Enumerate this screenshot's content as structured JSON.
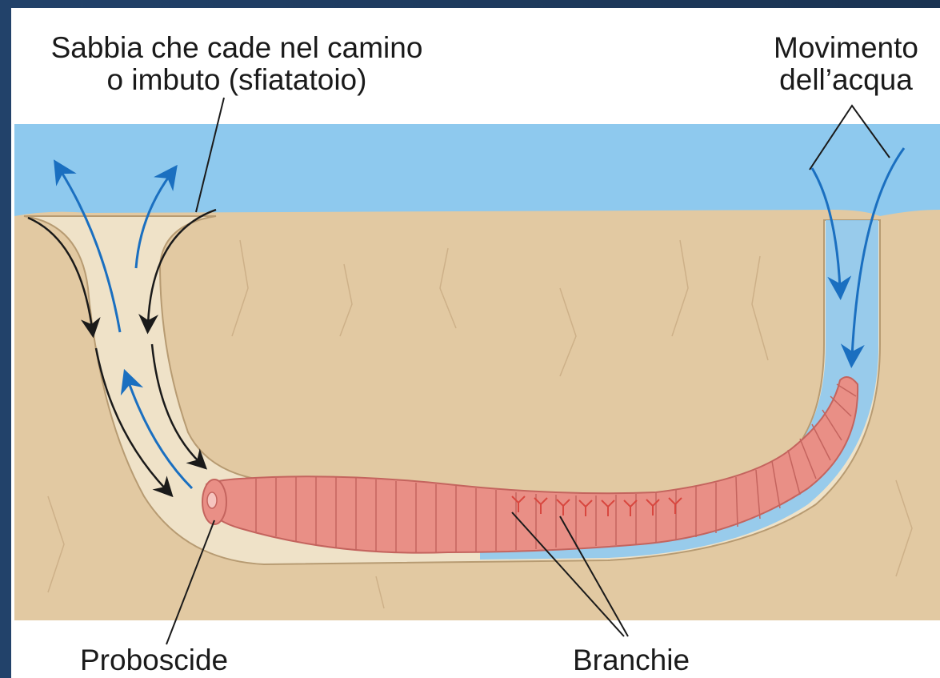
{
  "labels": {
    "sand_line1": "Sabbia che cade nel camino",
    "sand_line2": "o imbuto (sfiatatoio)",
    "water_line1": "Movimento",
    "water_line2": "dell’acqua",
    "proboscis": "Proboscide",
    "gills": "Branchie"
  },
  "colors": {
    "water": "#8ec9ee",
    "sand": "#e2c9a2",
    "burrow": "#efe2c8",
    "worm": "#e98f86",
    "worm_dark": "#c4645e",
    "gills": "#d8473f",
    "flow_arrow": "#1a6fc0",
    "sand_arrow": "#1a1a1a",
    "frame": "#1e3a5c"
  }
}
